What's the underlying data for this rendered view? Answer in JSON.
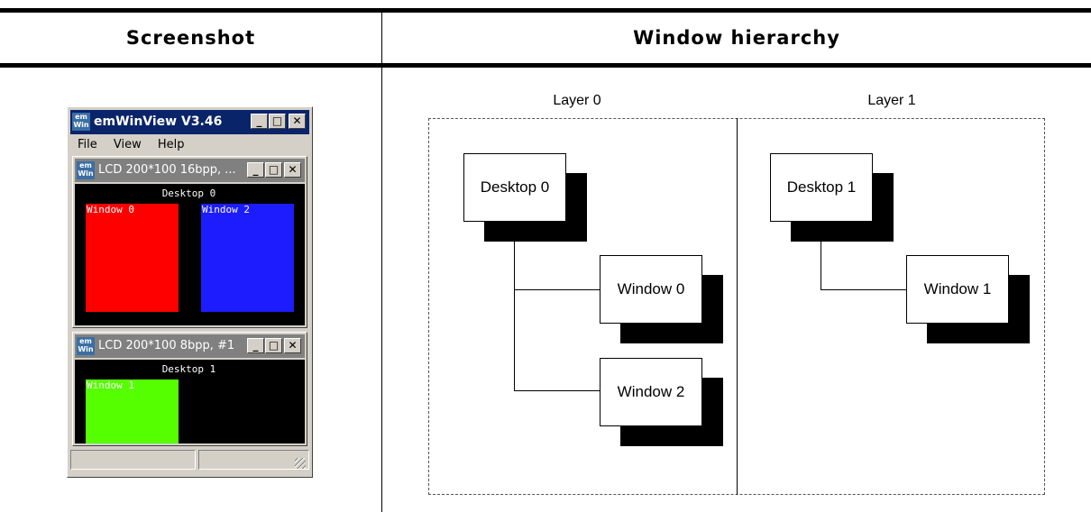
{
  "table": {
    "header_left": "Screenshot",
    "header_right": "Window hierarchy"
  },
  "app": {
    "title": "emWinView V3.46",
    "icon": "em-win-icon",
    "menu": [
      "File",
      "View",
      "Help"
    ],
    "child1": {
      "title": "LCD 200*100 16bpp, ...",
      "desktop_label": "Desktop 0",
      "windows": [
        {
          "label": "Window 0",
          "color": "#ff0000"
        },
        {
          "label": "Window 2",
          "color": "#1c1cff"
        }
      ]
    },
    "child2": {
      "title": "LCD 200*100 8bpp, #1",
      "desktop_label": "Desktop 1",
      "windows": [
        {
          "label": "Window 1",
          "color": "#55ff00"
        }
      ]
    }
  },
  "diagram": {
    "layers": [
      {
        "label": "Layer 0",
        "desktop": "Desktop 0",
        "children": [
          "Window 0",
          "Window 2"
        ]
      },
      {
        "label": "Layer 1",
        "desktop": "Desktop 1",
        "children": [
          "Window 1"
        ]
      }
    ]
  }
}
